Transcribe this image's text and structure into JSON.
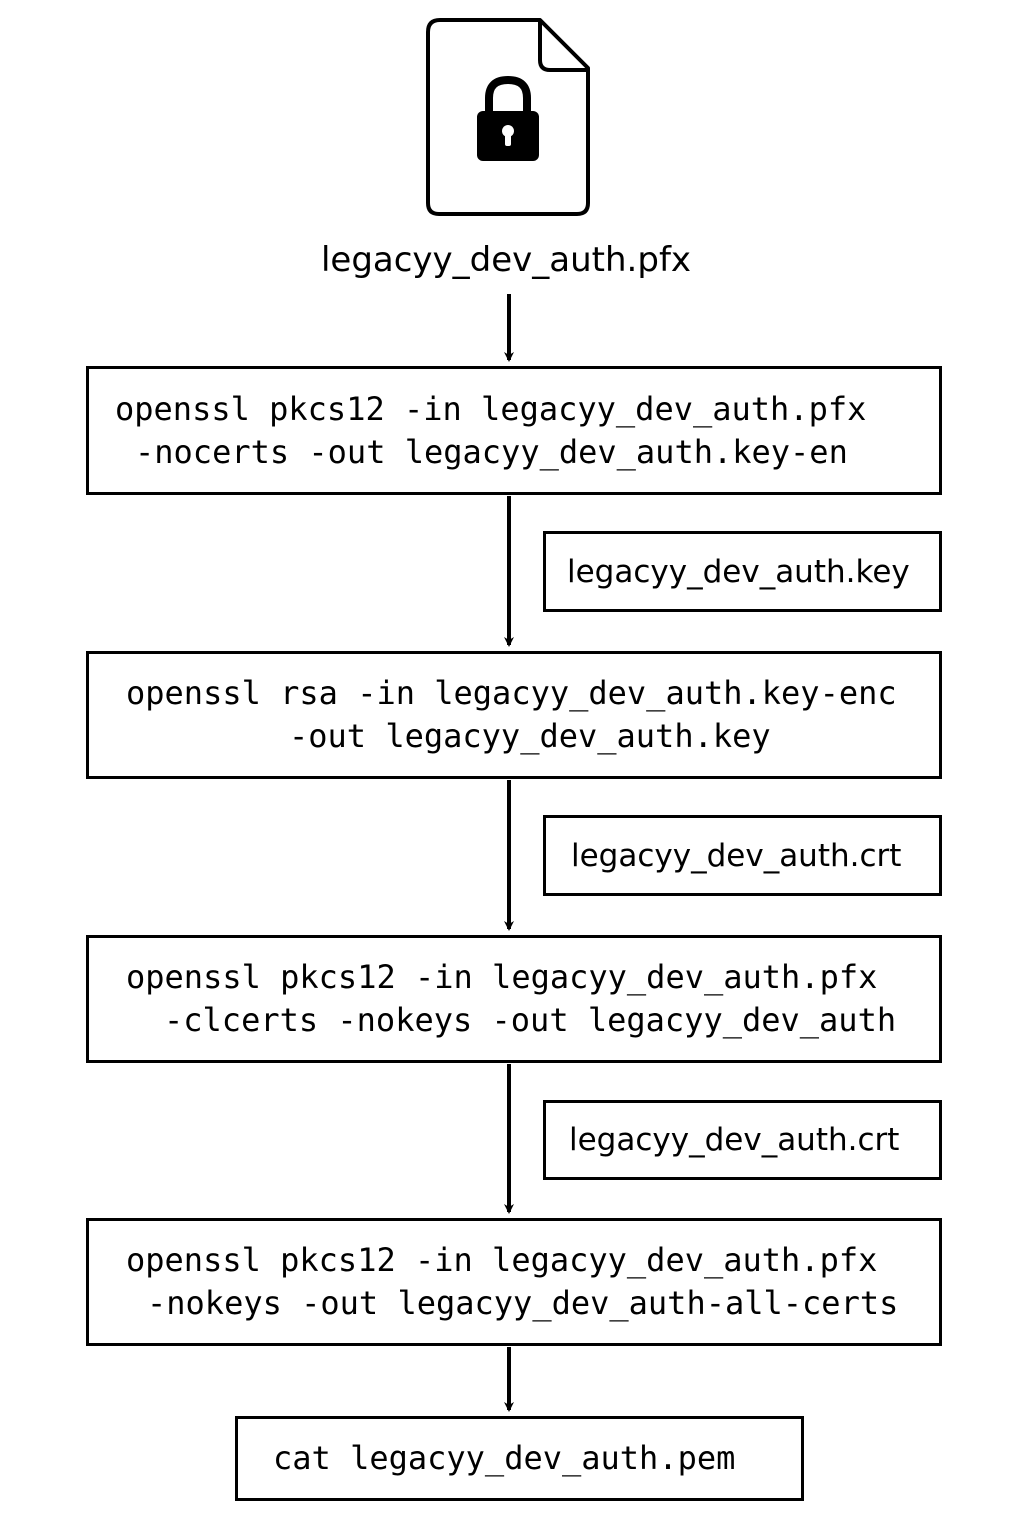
{
  "source_file": {
    "icon": "locked-file-icon",
    "name": "legacyy_dev_auth.pfx"
  },
  "steps": [
    {
      "line1": "openssl pkcs12 -in legacyy_dev_auth.pfx",
      "line2": "-nocerts -out legacyy_dev_auth.key-en"
    },
    {
      "line1": "openssl rsa -in legacyy_dev_auth.key-enc",
      "line2": "-out legacyy_dev_auth.key"
    },
    {
      "line1": "openssl pkcs12 -in legacyy_dev_auth.pfx",
      "line2": "-clcerts -nokeys -out legacyy_dev_auth"
    },
    {
      "line1": "openssl pkcs12 -in legacyy_dev_auth.pfx",
      "line2": "-nokeys -out legacyy_dev_auth-all-certs"
    },
    {
      "line1": "cat legacyy_dev_auth.pem"
    }
  ],
  "outputs": [
    "legacyy_dev_auth.key",
    "legacyy_dev_auth.crt",
    "legacyy_dev_auth.crt"
  ],
  "colors": {
    "stroke": "#000000",
    "background": "#ffffff"
  }
}
